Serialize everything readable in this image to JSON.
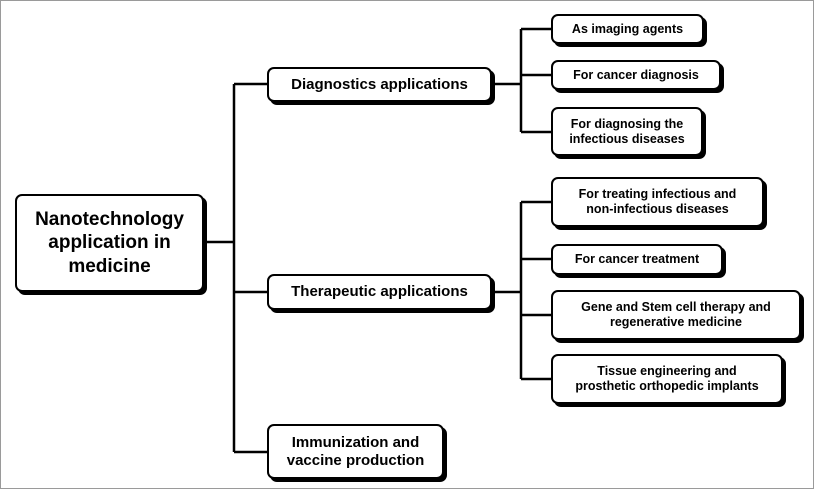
{
  "root": {
    "label": "Nanotechnology\napplication in\nmedicine"
  },
  "branches": {
    "diagnostics": {
      "label": "Diagnostics applications",
      "children": [
        "As imaging agents",
        "For cancer diagnosis",
        "For diagnosing the\ninfectious diseases"
      ]
    },
    "therapeutic": {
      "label": "Therapeutic applications",
      "children": [
        "For  treating infectious and\nnon-infectious diseases",
        "For cancer treatment",
        "Gene and Stem cell therapy and\nregenerative medicine",
        "Tissue engineering and\nprosthetic orthopedic implants"
      ]
    },
    "immunization": {
      "label": "Immunization and\nvaccine production"
    }
  },
  "colors": {
    "stroke": "#000000",
    "box_fill": "#ffffff",
    "frame": "#9a9a9a"
  }
}
